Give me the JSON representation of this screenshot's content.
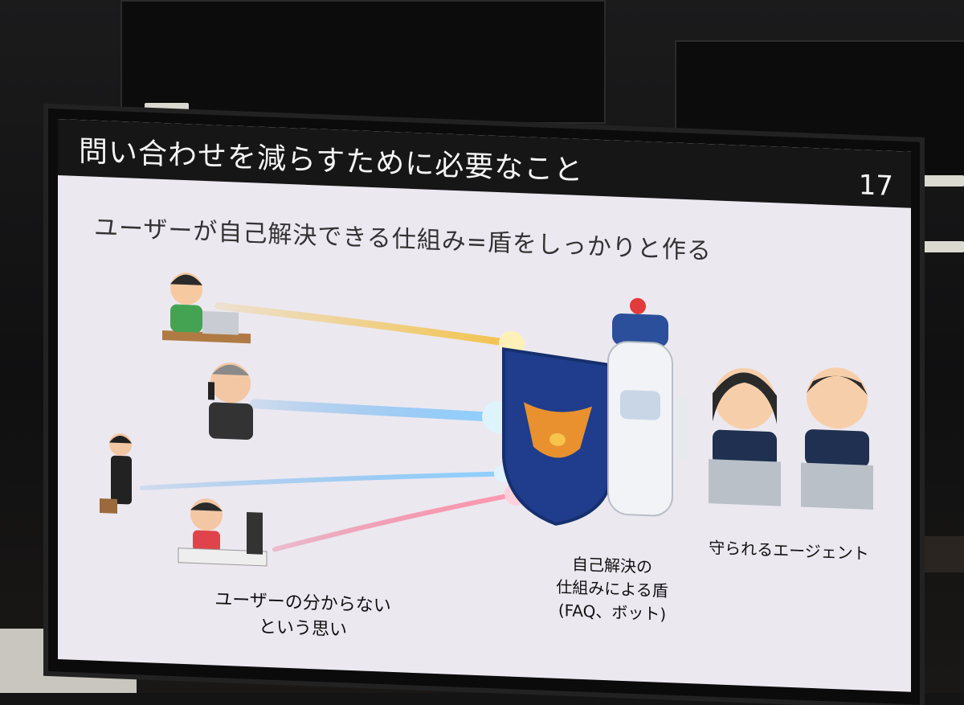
{
  "slide": {
    "title": "問い合わせを減らすために必要なこと",
    "page_number": "17",
    "subtitle": "ユーザーが自己解決できる仕組み=盾をしっかりと作る"
  },
  "captions": {
    "users": "ユーザーの分からない\nという思い",
    "shield": "自己解決の\n仕組みによる盾\n(FAQ、ボット)",
    "agents": "守られるエージェント"
  },
  "colors": {
    "beam_gold": "#f2c24a",
    "beam_blue": "#5aa6e8",
    "beam_pink": "#e9547a",
    "shield_blue": "#1f3d8c",
    "emblem_orange": "#e8912e"
  }
}
